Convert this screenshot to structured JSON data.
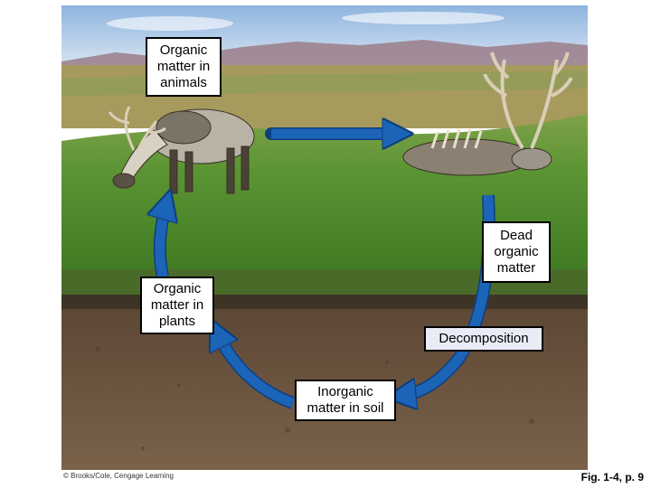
{
  "labels": {
    "animals": "Organic\nmatter in\nanimals",
    "dead": "Dead\norganic\nmatter",
    "plants": "Organic\nmatter in\nplants",
    "decomposition": "Decomposition",
    "soil": "Inorganic\nmatter in soil"
  },
  "footer": {
    "copyright": "© Brooks/Cole, Cengage Learning",
    "figure_ref": "Fig. 1-4, p. 9"
  },
  "colors": {
    "arrow": "#1c64b8",
    "arrow_edge": "#0d3f7e",
    "grass": "#4e8a2c",
    "soil": "#6b5440",
    "sky": "#b9d1ea"
  },
  "icons": [
    "caribou-grazing-icon",
    "caribou-carcass-icon"
  ]
}
